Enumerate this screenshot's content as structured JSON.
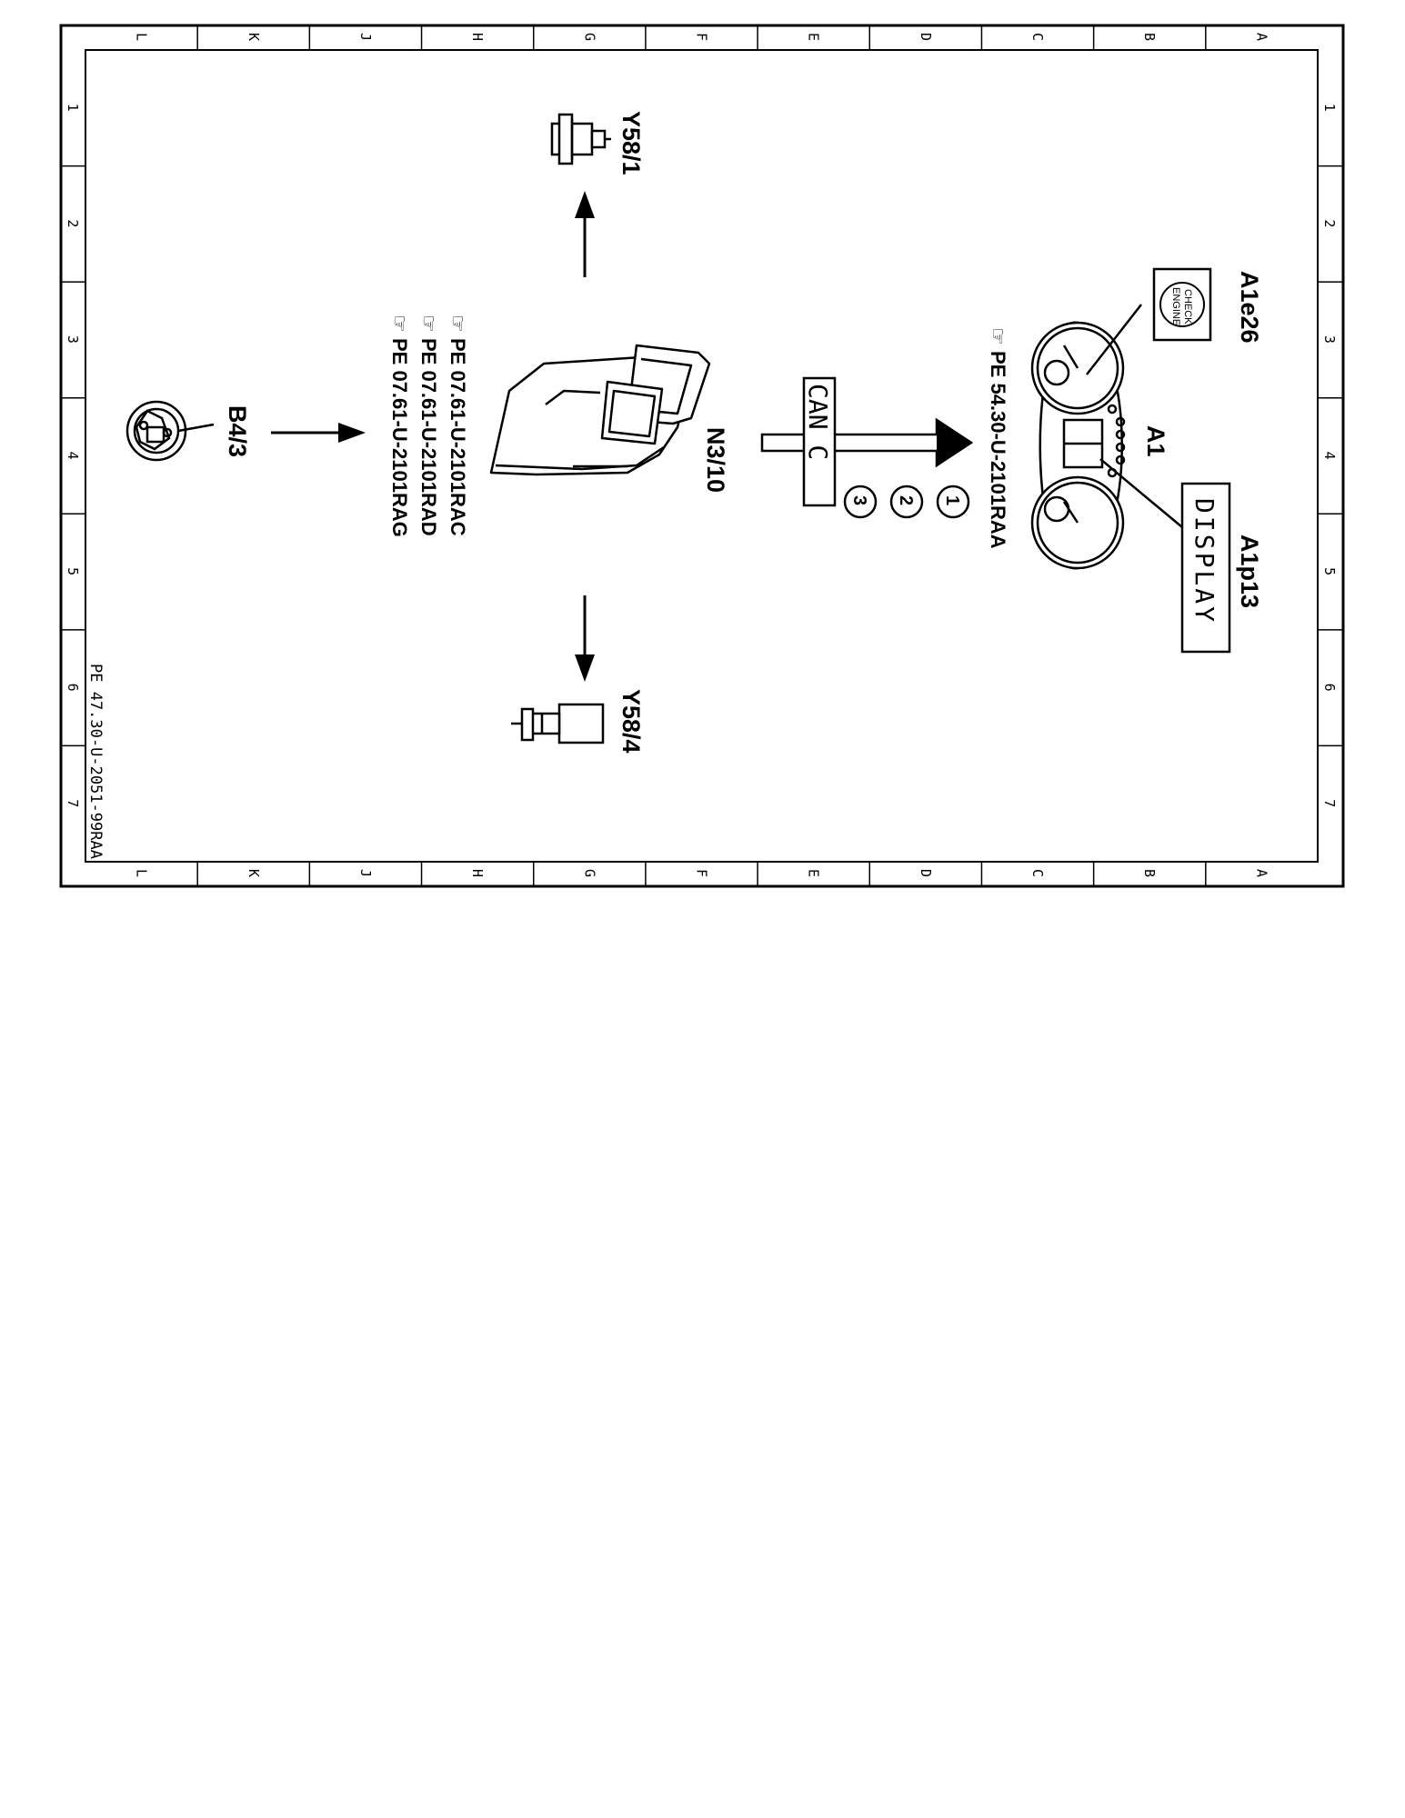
{
  "frame": {
    "columns": [
      "L",
      "K",
      "J",
      "H",
      "G",
      "F",
      "E",
      "D",
      "C",
      "B",
      "A"
    ],
    "rows": [
      "1",
      "2",
      "3",
      "4",
      "5",
      "6",
      "7"
    ],
    "drawing_id": "PE 47.30-U-2051-99RAA"
  },
  "components": {
    "y58_1": "Y58/1",
    "y58_4": "Y58/4",
    "b4_3": "B4/3",
    "n3_10": "N3/10",
    "a1": "A1",
    "a1e26": "A1e26",
    "a1p13": "A1p13"
  },
  "references": {
    "n3_10_refs": [
      "PE  07.61-U-2101RAC",
      "PE  07.61-U-2101RAD",
      "PE  07.61-U-2101RAG"
    ],
    "a1_ref": "PE  54.30-U-2101RAA"
  },
  "bus": {
    "label": "CAN C",
    "signals": [
      "1",
      "2",
      "3"
    ]
  },
  "lamp": {
    "line1": "CHECK",
    "line2": "ENGINE"
  },
  "display": {
    "text": "DISPLAY"
  }
}
